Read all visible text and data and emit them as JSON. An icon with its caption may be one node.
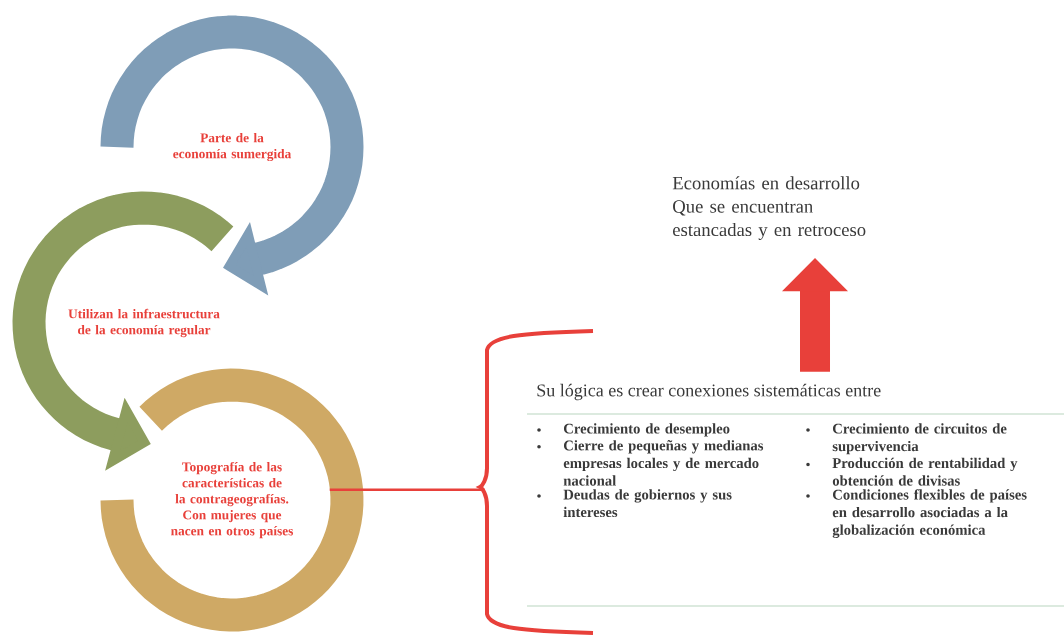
{
  "diagram": {
    "nodes": [
      {
        "text": [
          "Parte de la economía sumergida"
        ]
      },
      {
        "text": [
          "Utilizan la infraestructura de la economía regular"
        ]
      },
      {
        "text": [
          "Topografía de las características de la contrageografías. Con mujeres que nacen en otros países"
        ]
      },
      {
        "text": [
          "Su lógica es crear conexiones sistemáticas entre",
          "Crecimiento de desempleo",
          "Cierre de pequeñas y medianas empresas locales y de mercado nacional",
          "Deudas de gobiernos y sus intereses",
          "Crecimiento de circuitos de supervivencia",
          "Producción de rentabilidad y obtención de divisas",
          "Condiciones flexibles de países en desarrollo asociadas a la globalización económica"
        ]
      },
      {
        "text": [
          "Economías en desarrollo Que se encuentran estancadas y en retroceso"
        ]
      }
    ],
    "edges": [
      {
        "from": 0,
        "to": 1,
        "arrow": "to",
        "color": "#7f9db7"
      },
      {
        "from": 1,
        "to": 2,
        "arrow": "to",
        "color": "#8d9d5e"
      },
      {
        "from": 2,
        "to": 3,
        "arrow": "none",
        "color": "#e8403a"
      },
      {
        "from": 3,
        "to": 4,
        "arrow": "to",
        "color": "#e8403a"
      }
    ]
  }
}
